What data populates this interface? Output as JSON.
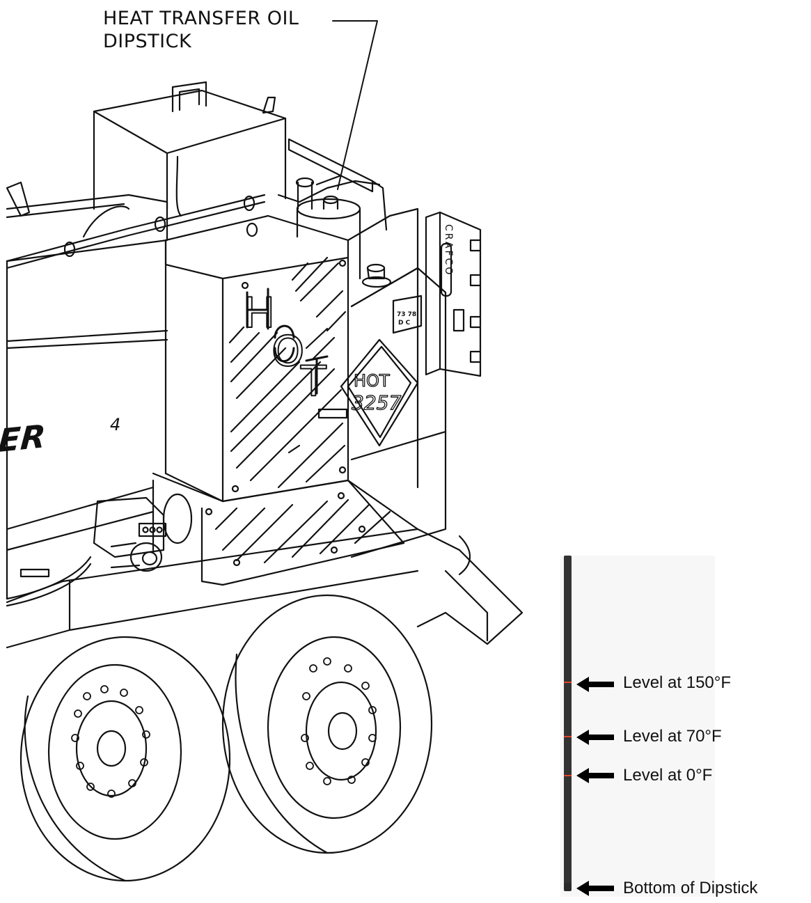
{
  "callout": {
    "line1": "HEAT TRANSFER OIL",
    "line2": "DIPSTICK"
  },
  "machine": {
    "panel_letters": [
      "H",
      "O",
      "T"
    ],
    "diamond_line1": "HOT",
    "diamond_line2": "3257",
    "side_brand": "TCHER",
    "side_model": "4",
    "plate_line1": "73 78",
    "plate_line2": "D C",
    "bracket_text": "CRAFCO"
  },
  "dipstick": {
    "labels": [
      "Level at 150°F",
      "Level at 70°F",
      "Level at 0°F",
      "Bottom of Dipstick"
    ],
    "colors": {
      "rod": "#333333",
      "mark": "#e0452b",
      "panel": "#f6f7f6"
    }
  }
}
